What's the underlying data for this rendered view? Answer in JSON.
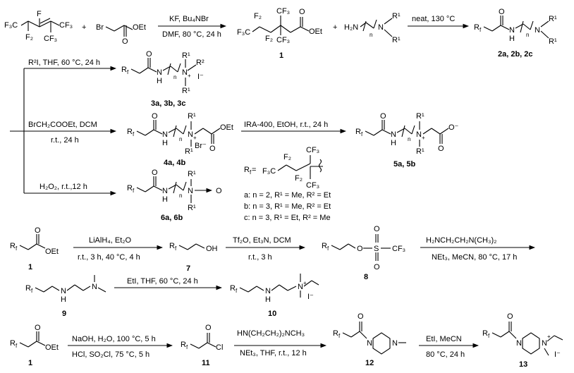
{
  "reagents": {
    "r1_above": "KF, Bu₄NBr",
    "r1_below": "DMF, 80 °C, 24 h",
    "r2_above": "neat, 130 °C",
    "r3a": "R²I, THF, 60 °C, 24 h",
    "r3b_above": "BrCH₂COOEt, DCM",
    "r3b_below": "r.t., 24 h",
    "r3c": "IRA-400, EtOH, r.t., 24 h",
    "r3d": "H₂O₂, r.t.,12 h",
    "r4_above": "LiAlH₄, Et₂O",
    "r4_below": "r.t., 3 h, 40 °C, 4 h",
    "r5_above": "Tf₂O, Et₃N, DCM",
    "r5_below": "r.t., 3 h",
    "r6_above": "H₂NCH₂CH₂N(CH₃)₂",
    "r6_below": "NEt₃, MeCN, 80 °C, 17 h",
    "r7": "EtI, THF, 60 °C, 24 h",
    "r8_above": "NaOH, H₂O, 100 °C, 5 h",
    "r8_below": "HCl, SO₂Cl, 75 °C, 5 h",
    "r9_above": "HN(CH₂CH₂)₂NCH₃",
    "r9_below": "NEt₃, THF, r.t., 12 h",
    "r10_above": "EtI, MeCN",
    "r10_below": "80 °C, 24 h"
  },
  "compounds": {
    "c1": "1",
    "c2": "2a, 2b, 2c",
    "c3": "3a, 3b, 3c",
    "c4": "4a, 4b",
    "c5": "5a, 5b",
    "c6": "6a, 6b",
    "c7": "7",
    "c8": "8",
    "c9": "9",
    "c10": "10",
    "c11": "11",
    "c12": "12",
    "c13": "13"
  },
  "legend": {
    "rf_label": "R",
    "rf_sub": "f",
    "rf_eq": " =",
    "variant_a": "a: n = 2, R¹ = Me, R² = Et",
    "variant_b": "b: n = 3, R¹ = Me, R² = Et",
    "variant_c": "c: n = 3, R¹ = Et, R² = Me"
  },
  "atoms": {
    "F": "F",
    "F2": "F",
    "F3C": "F₃C",
    "CF3": "CF₃",
    "F2sub": "F₂",
    "Br": "Br",
    "O": "O",
    "OEt": "OEt",
    "OH": "OH",
    "Cl": "Cl",
    "N": "N",
    "H": "H",
    "NH": "N",
    "H2N": "H₂N",
    "R1": "R¹",
    "R2": "R²",
    "plus": "+",
    "Iminus": "I⁻",
    "Rf": "R",
    "f": "f",
    "n": "n",
    "S": "S",
    "ominus": "O⁻",
    "Brminus": "Br⁻"
  },
  "operators": {
    "plus": "+"
  }
}
